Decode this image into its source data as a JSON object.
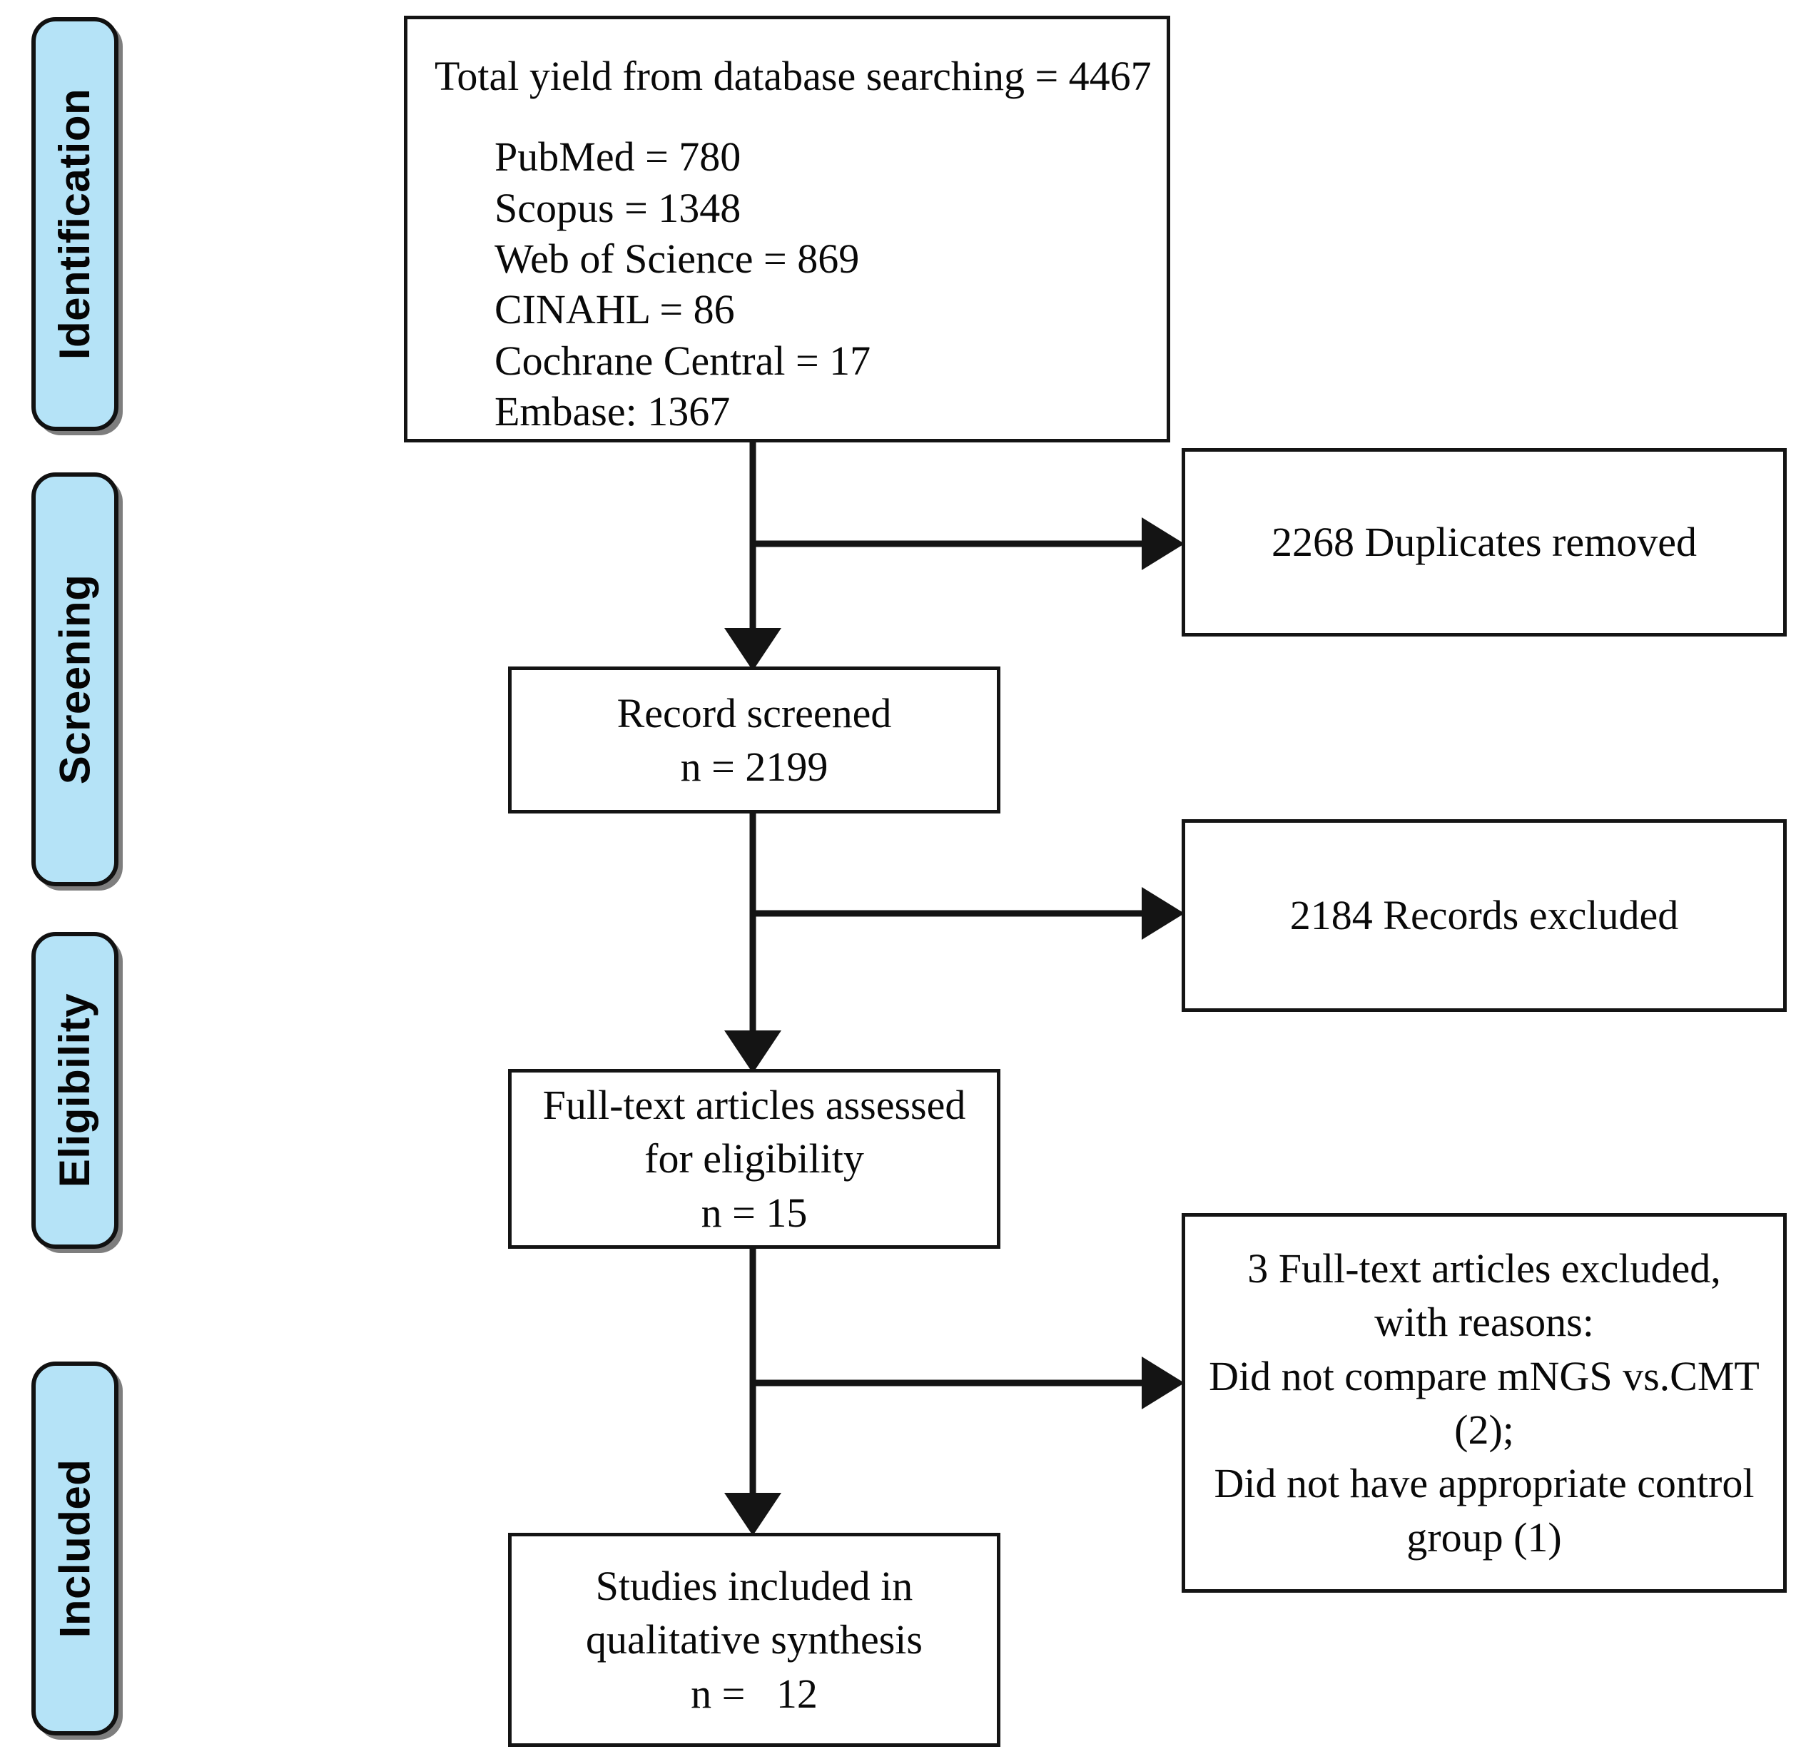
{
  "diagram": {
    "title": "PRISMA study selection flow diagram",
    "accent_blue": "#b5e3f7",
    "line_color": "#141414"
  },
  "phases": [
    {
      "label": "Identification",
      "name": "phase-identification"
    },
    {
      "label": "Screening",
      "name": "phase-screening"
    },
    {
      "label": "Eligibility",
      "name": "phase-eligibility"
    },
    {
      "label": "Included",
      "name": "phase-included"
    }
  ],
  "identification": {
    "headline": "Total yield from database searching = 4467",
    "sources": [
      "PubMed = 780",
      "Scopus = 1348",
      "Web of Science = 869",
      "CINAHL = 86",
      "Cochrane Central = 17",
      "Embase: 1367"
    ]
  },
  "duplicates_removed": {
    "text": "2268 Duplicates removed"
  },
  "records_screened": {
    "line1": "Record screened",
    "line2": "n = 2199"
  },
  "records_excluded": {
    "text": "2184 Records excluded"
  },
  "fulltext_assessed": {
    "line1": "Full-text articles assessed",
    "line2": "for eligibility",
    "line3": "n = 15"
  },
  "fulltext_excluded": {
    "line1": "3 Full-text articles excluded,",
    "line2": "with reasons:",
    "line3": "Did not compare mNGS vs.CMT",
    "line4": "(2);",
    "line5": "Did not have appropriate control",
    "line6": "group (1)"
  },
  "studies_included": {
    "line1": "Studies included in",
    "line2": "qualitative synthesis",
    "line3": "n =   12"
  },
  "chart_data": {
    "type": "diagram",
    "title": "PRISMA flow of study selection",
    "nodes": [
      {
        "id": "identification",
        "stage": "Identification",
        "label": "Total yield from database searching",
        "n": 4467,
        "breakdown": {
          "PubMed": 780,
          "Scopus": 1348,
          "Web of Science": 869,
          "CINAHL": 86,
          "Cochrane Central": 17,
          "Embase": 1367
        }
      },
      {
        "id": "duplicates_removed",
        "stage": "Screening",
        "label": "Duplicates removed",
        "n": 2268
      },
      {
        "id": "records_screened",
        "stage": "Screening",
        "label": "Record screened",
        "n": 2199
      },
      {
        "id": "records_excluded",
        "stage": "Screening",
        "label": "Records excluded",
        "n": 2184
      },
      {
        "id": "fulltext_assessed",
        "stage": "Eligibility",
        "label": "Full-text articles assessed for eligibility",
        "n": 15
      },
      {
        "id": "fulltext_excluded",
        "stage": "Eligibility",
        "label": "Full-text articles excluded, with reasons",
        "n": 3,
        "reasons": [
          {
            "reason": "Did not compare mNGS vs.CMT",
            "n": 2
          },
          {
            "reason": "Did not have appropriate control group",
            "n": 1
          }
        ]
      },
      {
        "id": "studies_included",
        "stage": "Included",
        "label": "Studies included in qualitative synthesis",
        "n": 12
      }
    ],
    "edges": [
      {
        "from": "identification",
        "to": "duplicates_removed",
        "direction": "right"
      },
      {
        "from": "identification",
        "to": "records_screened",
        "direction": "down"
      },
      {
        "from": "records_screened",
        "to": "records_excluded",
        "direction": "right"
      },
      {
        "from": "records_screened",
        "to": "fulltext_assessed",
        "direction": "down"
      },
      {
        "from": "fulltext_assessed",
        "to": "fulltext_excluded",
        "direction": "right"
      },
      {
        "from": "fulltext_assessed",
        "to": "studies_included",
        "direction": "down"
      }
    ]
  }
}
